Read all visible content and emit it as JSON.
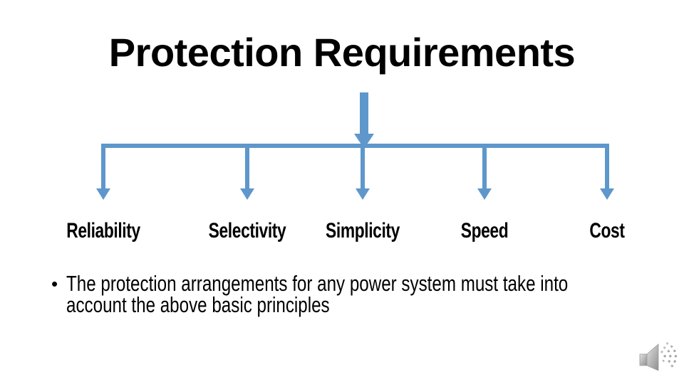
{
  "slide": {
    "title": "Protection Requirements",
    "diagram": {
      "branches": [
        "Reliability",
        "Selectivity",
        "Simplicity",
        "Speed",
        "Cost"
      ]
    },
    "bullet": {
      "marker": "•",
      "lines": [
        "The protection arrangements for any power system must take into",
        "account the above basic principles"
      ]
    },
    "icons": {
      "audio": "speaker-audio-icon"
    },
    "colors": {
      "arrow_blue": "#5E97CB",
      "text_black": "#000000",
      "speaker_gray": "#9b9b9b",
      "background": "#ffffff"
    }
  }
}
